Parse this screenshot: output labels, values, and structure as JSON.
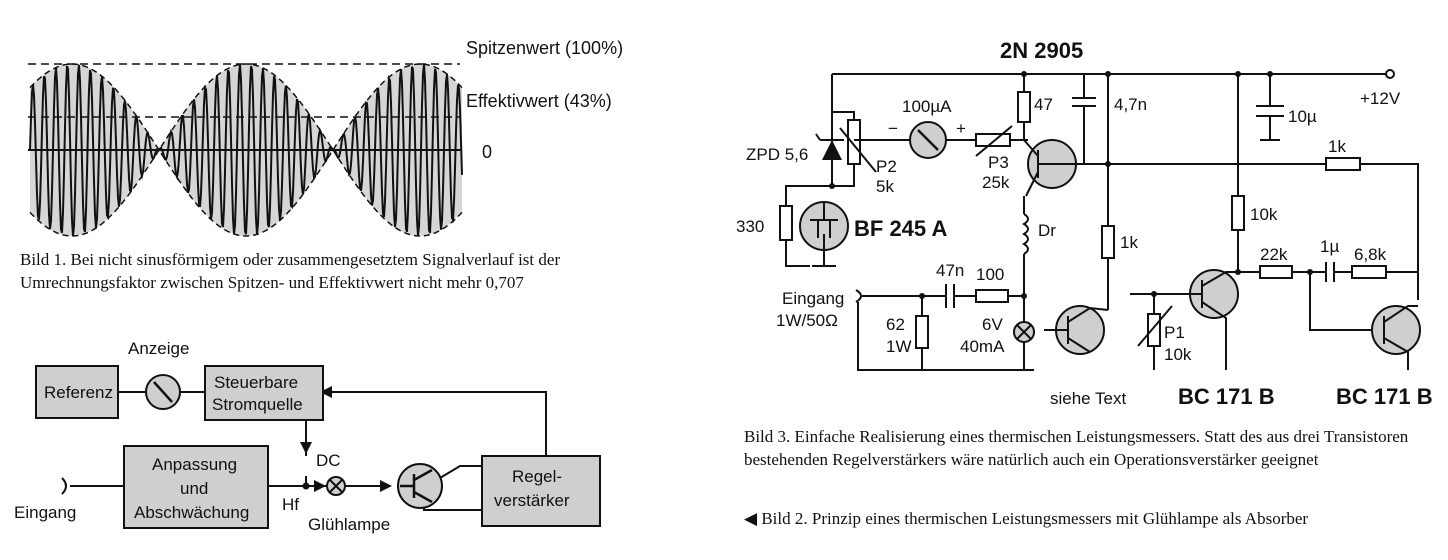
{
  "fig1": {
    "peak_label": "Spitzenwert (100%)",
    "rms_label": "Effektivwert (43%)",
    "zero_label": "0",
    "caption": "Bild 1. Bei nicht sinusförmigem oder zusammengesetztem Signalverlauf ist der Umrechnungsfaktor zwischen Spitzen- und Effektivwert nicht mehr 0,707"
  },
  "fig2": {
    "meter_label": "Anzeige",
    "referenz": "Referenz",
    "stromquelle_1": "Steuerbare",
    "stromquelle_2": "Stromquelle",
    "anpassung_1": "Anpassung",
    "anpassung_2": "und",
    "anpassung_3": "Abschwächung",
    "regel_1": "Regel-",
    "regel_2": "verstärker",
    "eingang": "Eingang",
    "hf": "Hf",
    "dc": "DC",
    "lamp": "Glühlampe",
    "caption": "◀ Bild 2. Prinzip eines thermischen Leistungsmessers mit Glühlampe als Absorber"
  },
  "fig3": {
    "title_transistor": "2N 2905",
    "supply": "+12V",
    "zpd": "ZPD 5,6",
    "r330": "330",
    "fet": "BF 245 A",
    "meter": "100µA",
    "minus": "−",
    "plus": "+",
    "p2_name": "P2",
    "p2_val": "5k",
    "p3_name": "P3",
    "p3_val": "25k",
    "r47": "47",
    "c47n": "4,7n",
    "c10u": "10µ",
    "r1k_top": "1k",
    "dr": "Dr",
    "r1k_mid": "1k",
    "r10k": "10k",
    "r22k": "22k",
    "c1u": "1µ",
    "r68k": "6,8k",
    "c47n2": "47n",
    "r100": "100",
    "eingang": "Eingang",
    "eingang_spec": "1W/50Ω",
    "r62": "62",
    "r62_w": "1W",
    "lamp_v": "6V",
    "lamp_ma": "40mA",
    "p1_name": "P1",
    "p1_val": "10k",
    "siehe": "siehe Text",
    "bc1": "BC 171 B",
    "bc2": "BC 171 B",
    "caption": "Bild 3. Einfache Realisierung eines thermischen Leistungsmessers. Statt des aus drei Transistoren bestehenden Regelverstärkers wäre natürlich auch ein Operationsverstärker geeignet"
  }
}
